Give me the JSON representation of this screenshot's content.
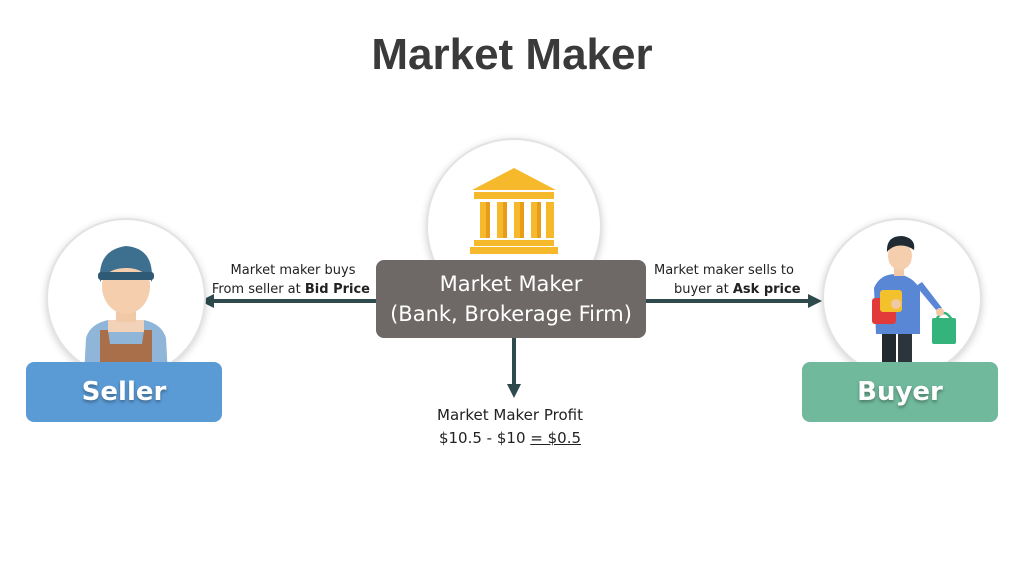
{
  "title": "Market Maker",
  "center": {
    "line1": "Market Maker",
    "line2": "(Bank, Brokerage Firm)"
  },
  "seller": {
    "label": "Seller"
  },
  "buyer": {
    "label": "Buyer"
  },
  "left_note": {
    "line1": "Market maker buys",
    "line2_prefix": "From seller at ",
    "line2_bold": "Bid Price"
  },
  "right_note": {
    "line1": "Market maker sells to",
    "line2_prefix": "buyer at ",
    "line2_bold": "Ask price"
  },
  "profit": {
    "line1": "Market Maker Profit",
    "line2_prefix": "$10.5 - $10 ",
    "line2_result": "= $0.5"
  },
  "colors": {
    "seller": "#5b9bd5",
    "buyer": "#70b99c",
    "center": "#6e6866",
    "arrow": "#2e4a4c",
    "bank": "#f6b92b"
  },
  "icons": [
    "bank-icon",
    "seller-person-icon",
    "buyer-person-icon"
  ]
}
